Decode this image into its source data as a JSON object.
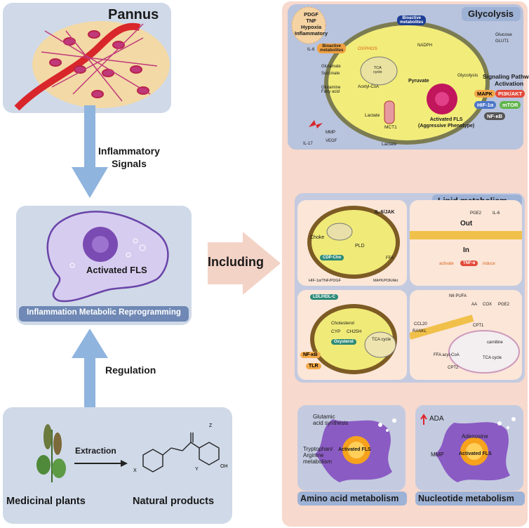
{
  "left": {
    "pannus_title": "Pannus",
    "arrow1_label": "Inflammatory\nSignals",
    "cell_label": "Activated FLS",
    "banner": "Inflammation Metabolic Reprogramming",
    "arrow2_label": "Regulation",
    "plants_label": "Medicinal plants",
    "extraction_label": "Extraction",
    "products_label": "Natural products",
    "formula_z": "Z",
    "formula_x": "X",
    "formula_y": "Y",
    "formula_oh": "OH"
  },
  "middle": {
    "including_label": "Including"
  },
  "glycolysis": {
    "title": "Glycolysis",
    "signals": "PDGF\nTNF\nHypoxia\nInflammatory",
    "bioactive_top": "Bioactive\nmetabolites",
    "bioactive_left": "Bioactive\nmetabolites",
    "il6": "IL-6",
    "glutamate": "Glutamate",
    "succinate": "Succinate",
    "glutamine": "Glutamine\nFatty acid",
    "glucose": "Glucose",
    "glut1": "GLUT1",
    "nadph": "NADPH",
    "pyruvate": "Pyruvate",
    "lactate_in": "Lactate",
    "lactate_out": "Lactate",
    "mct1": "MCT1",
    "cell_name": "Activated FLS\n(Aggressive Phenotype)",
    "mmp": "MMP",
    "vegf": "VEGF",
    "il17": "IL-17",
    "oxphos": "OXPHOS",
    "tca": "TCA\ncycle",
    "acetyl": "Acetyl-CoA",
    "glycolysis_small": "Glycolysis",
    "signaling_title": "Signaling Pathway\nActivation",
    "pathways": [
      "MAPK",
      "PI3K/AKT",
      "HIF-1α",
      "mTOR",
      "NF-κB"
    ]
  },
  "lipid": {
    "title": "Lipid metabolism",
    "il6jak": "IL-6/JAK",
    "choke": "Choke",
    "cdp": "CDP-Cho",
    "pld": "PLD",
    "hif": "HIF-1α/TNF/PDGF",
    "mapk": "MAPK/PI3K/Akt",
    "ffa": "FFA",
    "out": "Out",
    "in": "In",
    "pge2": "PGE2",
    "il6": "IL-6",
    "tnf": "TNF-α",
    "activate": "activate",
    "induce": "induce",
    "ldl": "LDL/HDL-C",
    "cholesterol": "Cholesterol",
    "cyp": "CYP",
    "ch25h": "CH25H",
    "oxysterol": "Oxysterol",
    "tca": "TCA cycle",
    "nfkb": "NF-κB",
    "tlr": "TLR",
    "ccl20": "CCL20",
    "rankl": "RANKL",
    "n6pufa": "N6 PUFA",
    "aa": "AA",
    "cox": "COX",
    "pge2b": "PGE2",
    "cpt1": "CPT1",
    "cpt2": "CPT2",
    "carnitine": "carnitine",
    "acylcoa": "FFA acyl-CoA",
    "tca2": "TCA cycle"
  },
  "amino": {
    "title": "Amino acid metabolism",
    "glutamic": "Glutamic\nacid synthesis",
    "tryptophan": "Tryptophan/\nArginine\nmetabolism",
    "cell": "Activated FLS"
  },
  "nucleotide": {
    "title": "Nucleotide metabolism",
    "ada": "ADA",
    "adenosine": "Adenosine",
    "mmp": "MMP",
    "cell": "Activated FLS"
  },
  "colors": {
    "left_bg": "#cfd9e8",
    "right_bg": "#f7d9cd",
    "arrow_blue": "#8fb4de",
    "title_tab": "#9eb2d6",
    "cell_purple": "#8b5bc4",
    "cell_yellow": "#f2ec7a"
  }
}
